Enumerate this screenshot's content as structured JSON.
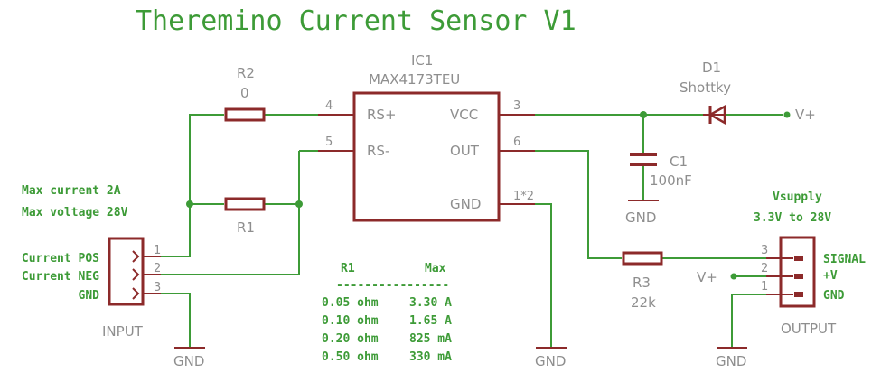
{
  "title": "Theremino Current Sensor V1",
  "ic": {
    "ref": "IC1",
    "value": "MAX4173TEU",
    "pins": {
      "rsp": "RS+",
      "rsn": "RS-",
      "vcc": "VCC",
      "out": "OUT",
      "gnd": "GND"
    },
    "pin_numbers": {
      "rsp": "4",
      "rsn": "5",
      "vcc": "3",
      "out": "6",
      "gnd": "1*2"
    }
  },
  "r2": {
    "ref": "R2",
    "value": "0"
  },
  "r1": {
    "ref": "R1"
  },
  "r3": {
    "ref": "R3",
    "value": "22k"
  },
  "d1": {
    "ref": "D1",
    "value": "Shottky"
  },
  "c1": {
    "ref": "C1",
    "value": "100nF"
  },
  "supply": {
    "vplus": "V+"
  },
  "gnd_label": "GND",
  "limits": {
    "max_current": "Max current 2A",
    "max_voltage": "Max voltage 28V"
  },
  "vsupply": {
    "line1": "Vsupply",
    "line2": "3.3V to 28V"
  },
  "input": {
    "name": "INPUT",
    "signals": [
      "Current POS",
      "Current NEG",
      "GND"
    ],
    "pins": [
      "1",
      "2",
      "3"
    ]
  },
  "output": {
    "name": "OUTPUT",
    "signals": [
      "SIGNAL",
      "+V",
      "GND"
    ],
    "pins": [
      "3",
      "2",
      "1"
    ]
  },
  "table": {
    "headers": [
      "R1",
      "Max"
    ],
    "separator": "----------------",
    "rows": [
      [
        "0.05 ohm",
        "3.30 A"
      ],
      [
        "0.10 ohm",
        "1.65 A"
      ],
      [
        "0.20 ohm",
        "825 mA"
      ],
      [
        "0.50 ohm",
        "330 mA"
      ]
    ]
  }
}
